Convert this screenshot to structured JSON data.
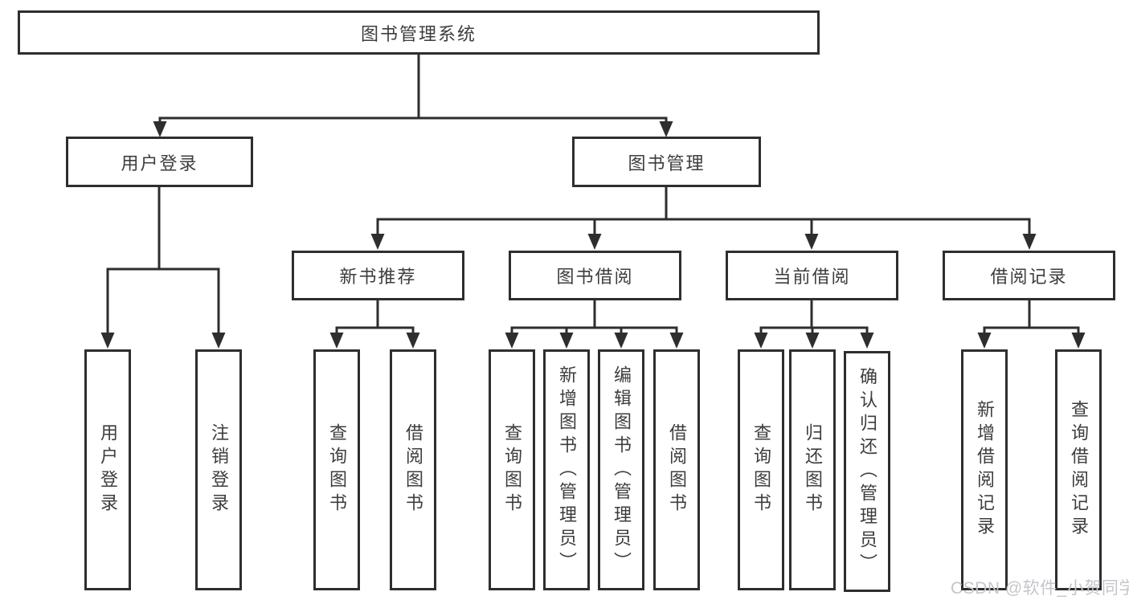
{
  "title": "图书管理系统",
  "level2": [
    {
      "label": "用户登录"
    },
    {
      "label": "图书管理"
    }
  ],
  "level3": [
    {
      "label": "新书推荐",
      "parent": "图书管理"
    },
    {
      "label": "图书借阅",
      "parent": "图书管理"
    },
    {
      "label": "当前借阅",
      "parent": "图书管理"
    },
    {
      "label": "借阅记录",
      "parent": "图书管理"
    }
  ],
  "leaves": [
    {
      "label": "用户登录",
      "parent": "用户登录"
    },
    {
      "label": "注销登录",
      "parent": "用户登录"
    },
    {
      "label": "查询图书",
      "parent": "新书推荐"
    },
    {
      "label": "借阅图书",
      "parent": "新书推荐"
    },
    {
      "label": "查询图书",
      "parent": "图书借阅"
    },
    {
      "label": "新增图书（管理员）",
      "parent": "图书借阅"
    },
    {
      "label": "编辑图书（管理员）",
      "parent": "图书借阅"
    },
    {
      "label": "借阅图书",
      "parent": "图书借阅"
    },
    {
      "label": "查询图书",
      "parent": "当前借阅"
    },
    {
      "label": "归还图书",
      "parent": "当前借阅"
    },
    {
      "label": "确认归还（管理员）",
      "parent": "当前借阅"
    },
    {
      "label": "新增借阅记录",
      "parent": "借阅记录"
    },
    {
      "label": "查询借阅记录",
      "parent": "借阅记录"
    }
  ],
  "watermark": "CSDN @软件_小贺同学",
  "colors": {
    "line": "#2e2e2e",
    "text": "#3d3d3d",
    "box_fill": "#ffffff",
    "background": "#ffffff",
    "watermark": "#c4c6ca"
  }
}
